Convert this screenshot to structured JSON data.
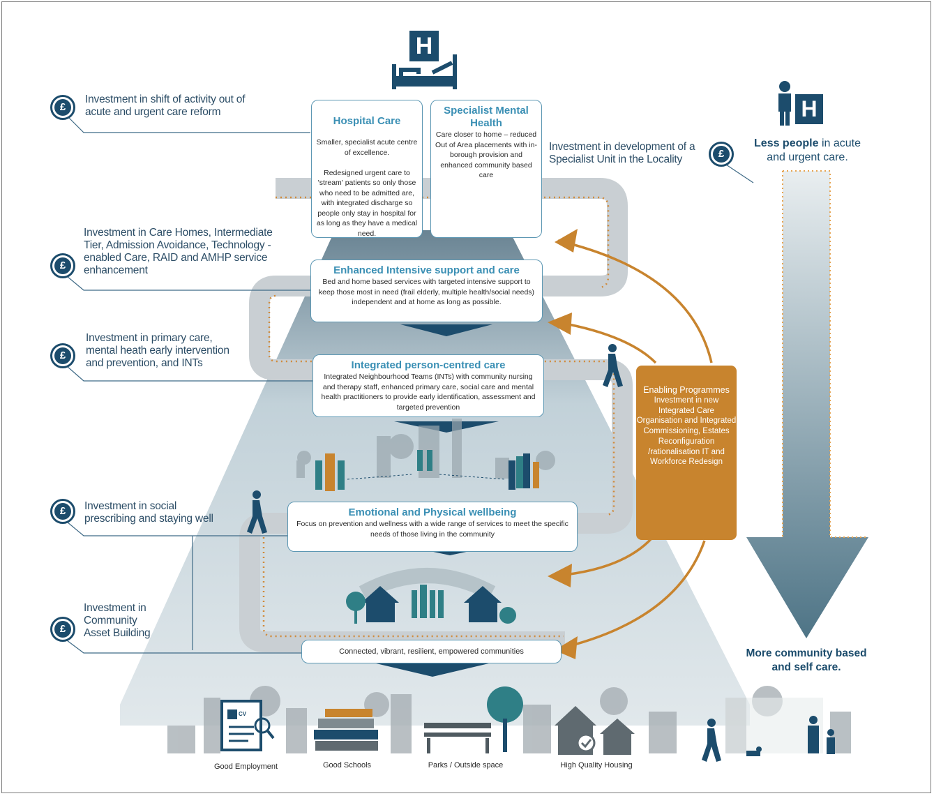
{
  "investments": [
    {
      "text": "Investment in shift of activity out of acute and urgent care reform"
    },
    {
      "text": "Investment in development of a Specialist Unit in the Locality"
    },
    {
      "text": "Investment in Care Homes, Intermediate Tier, Admission Avoidance, Technology -enabled Care, RAID and AMHP service enhancement"
    },
    {
      "text": "Investment in primary care, mental heath early intervention and prevention, and INTs"
    },
    {
      "text": "Investment in social prescribing and staying well"
    },
    {
      "text": "Investment in Community Asset Building"
    }
  ],
  "boxes": {
    "hospital": {
      "title": "Hospital Care",
      "body": "Smaller, specialist acute centre of excellence.\n\nRedesigned urgent care to 'stream' patients so only those who need to be admitted are, with integrated discharge so people only stay in hospital for as long as they have a medical need."
    },
    "mental": {
      "title": "Specialist Mental Health",
      "body": "Care closer to home – reduced Out of Area placements with in-borough provision and enhanced community based care"
    },
    "enhanced": {
      "title": "Enhanced Intensive support and care",
      "body": "Bed and home based services with targeted intensive support to keep those most in need (frail elderly, multiple health/social needs) independent and at home as long as possible."
    },
    "integrated": {
      "title": "Integrated person-centred care",
      "body": "Integrated Neighbourhood Teams (INTs) with community nursing and therapy staff, enhanced primary care, social care and mental health practitioners to provide early identification, assessment and targeted prevention"
    },
    "emotional": {
      "title": "Emotional and Physical wellbeing",
      "body": "Focus on prevention and wellness with a wide range of services to meet the specific needs of those living in the community"
    },
    "connected": {
      "body": "Connected, vibrant, resilient, empowered communities"
    }
  },
  "enabling": {
    "title": "Enabling Programmes",
    "body": "Investment in new Integrated Care Organisation and Integrated Commissioning, Estates Reconfiguration /rationalisation IT and Workforce Redesign"
  },
  "side": {
    "top_bold": "Less people",
    "top_rest": " in acute and urgent care.",
    "bottom": "More community based and self care."
  },
  "hospital_letter": "H",
  "pound_symbol": "£",
  "captions": [
    "Good Employment",
    "Good Schools",
    "Parks / Outside space",
    "High Quality Housing"
  ],
  "cv_label": "CV",
  "colors": {
    "navy": "#1c4c6c",
    "teal": "#3a8fb4",
    "orange": "#c8842e",
    "grey": "#c9cfd3"
  }
}
